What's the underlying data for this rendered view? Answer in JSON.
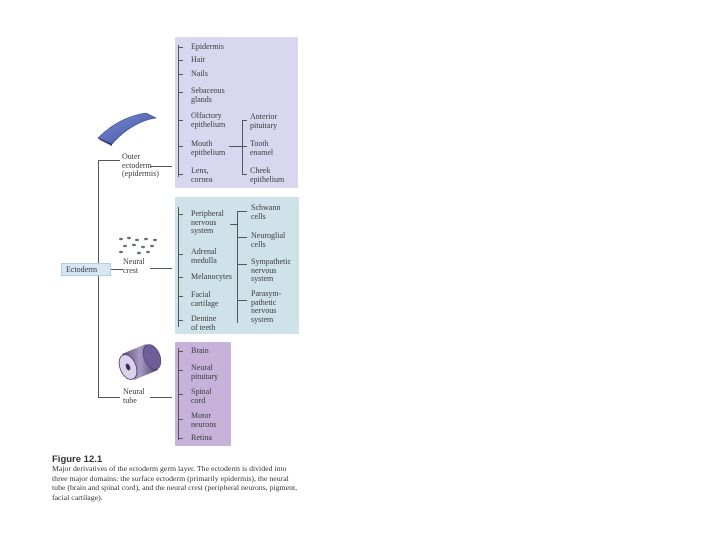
{
  "germ_layer": "Ectoderm",
  "domains": [
    {
      "label": "Outer\nectoderm\n(epidermis)"
    },
    {
      "label": "Neural\ncrest"
    },
    {
      "label": "Neural\ntube"
    }
  ],
  "surface_ectoderm": {
    "derivatives": [
      "Epidermis",
      "Hair",
      "Nails",
      "Sebaceous\nglands",
      "Olfactory\nepithelium",
      "Mouth\nepithelium",
      "Lens,\ncornea"
    ],
    "secondary": [
      "Anterior\npituitary",
      "Tooth\nenamel",
      "Cheek\nepithelium"
    ]
  },
  "neural_crest": {
    "derivatives": [
      "Peripheral\nnervous\nsystem",
      "Adrenal\nmedulla",
      "Melanocytes",
      "Facial\ncartilage",
      "Dentine\nof teeth"
    ],
    "secondary": [
      "Schwann\ncells",
      "Neuroglial\ncells",
      "Sympathetic\nnervous\nsystem",
      "Parasym-\npathetic\nnervous\nsystem"
    ]
  },
  "neural_tube": {
    "derivatives": [
      "Brain",
      "Neural\npituitary",
      "Spinal\ncord",
      "Motor\nneurons",
      "Retina"
    ]
  },
  "caption": {
    "title": "Figure 12.1",
    "body": "Major derivatives of the ectoderm germ layer. The ectoderm is divided into three major domains: the surface ectoderm (primarily epidermis), the neural tube (brain and spinal cord), and the neural crest (peripheral neurons, pigment, facial cartilage)."
  },
  "colors": {
    "surface_panel": "#d8d7ef",
    "crest_panel": "#cfe2ea",
    "tube_panel": "#c7b2da"
  }
}
